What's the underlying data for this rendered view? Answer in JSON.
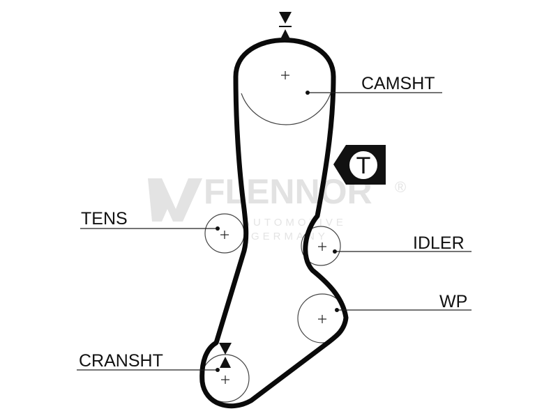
{
  "labels": {
    "camshaft": "CAMSHT",
    "tensioner": "TENS",
    "idler": "IDLER",
    "water_pump": "WP",
    "crankshaft": "CRANSHT"
  },
  "tension_symbol": "T",
  "watermark": {
    "brand": "FLENNOR",
    "registered": "®",
    "line1": "AUTOMOTIVE",
    "line2": "GERMANY"
  },
  "colors": {
    "belt": "#0a0a0a",
    "line": "#222222",
    "watermark": "#e2e2e2"
  }
}
